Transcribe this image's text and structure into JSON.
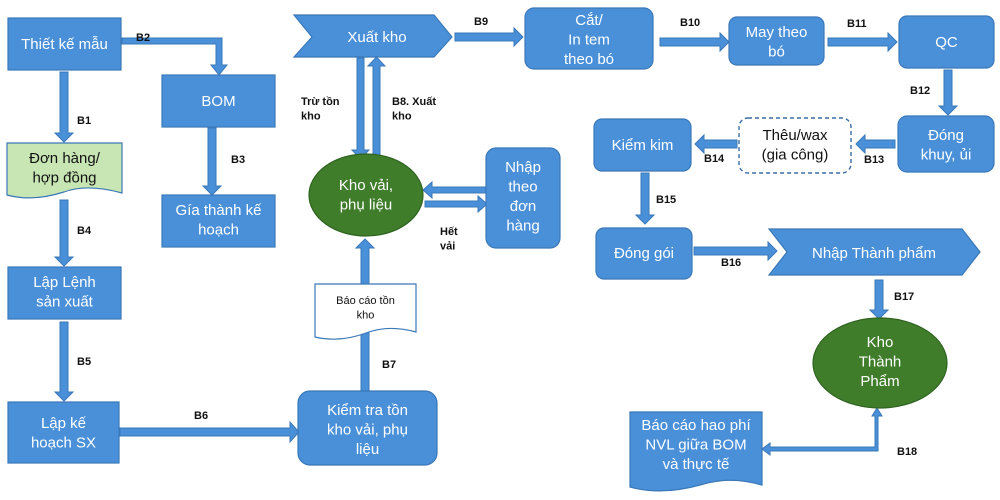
{
  "nodes": {
    "thiet_ke_mau": [
      "Thiết kế mẫu"
    ],
    "bom": [
      "BOM"
    ],
    "don_hang": [
      "Đơn hàng/",
      "hợp đồng"
    ],
    "gia_thanh": [
      "Gía thành kế",
      "hoạch"
    ],
    "lap_lenh": [
      "Lập Lệnh",
      "sản xuất"
    ],
    "lap_ke_hoach": [
      "Lập kế",
      "hoạch SX"
    ],
    "xuat_kho": [
      "Xuất  kho"
    ],
    "kho_vai": [
      "Kho vải,",
      "phụ liệu"
    ],
    "nhap_theo_don": [
      "Nhập",
      "theo",
      "đơn",
      "hàng"
    ],
    "bao_cao_ton": [
      "Báo cáo tồn",
      "kho"
    ],
    "kiem_tra_ton": [
      "Kiểm tra tồn",
      "kho vải, phụ",
      "liệu"
    ],
    "cat_in_tem": [
      "Cắt/",
      "In tem",
      "theo bó"
    ],
    "may_theo_bo": [
      "May theo",
      "bó"
    ],
    "qc": [
      "QC"
    ],
    "dong_khuy": [
      "Đóng",
      "khuy, ủi"
    ],
    "theu_wax": [
      "Thêu/wax",
      "(gia công)"
    ],
    "kiem_kim": [
      "Kiểm kim"
    ],
    "dong_goi": [
      "Đóng gói"
    ],
    "nhap_thanh_pham": [
      "Nhập Thành phẩm"
    ],
    "kho_thanh_pham": [
      "Kho",
      "Thành",
      "Phẩm"
    ],
    "bao_cao_hao_phi": [
      "Báo cáo hao phí",
      "NVL giữa BOM",
      "và thực tế"
    ]
  },
  "labels": {
    "b1": "B1",
    "b2": "B2",
    "b3": "B3",
    "b4": "B4",
    "b5": "B5",
    "b6": "B6",
    "b7": "B7",
    "b8": [
      "B8. Xuất",
      "kho"
    ],
    "tru_ton": [
      "Trừ tồn",
      "kho"
    ],
    "het_vai": [
      "Hết",
      "vải"
    ],
    "b9": "B9",
    "b10": "B10",
    "b11": "B11",
    "b12": "B12",
    "b13": "B13",
    "b14": "B14",
    "b15": "B15",
    "b16": "B16",
    "b17": "B17",
    "b18": "B18"
  },
  "colors": {
    "process_blue": "#4a90d9",
    "storage_green": "#3f7d2b",
    "order_doc_green": "#c8e6b4"
  }
}
